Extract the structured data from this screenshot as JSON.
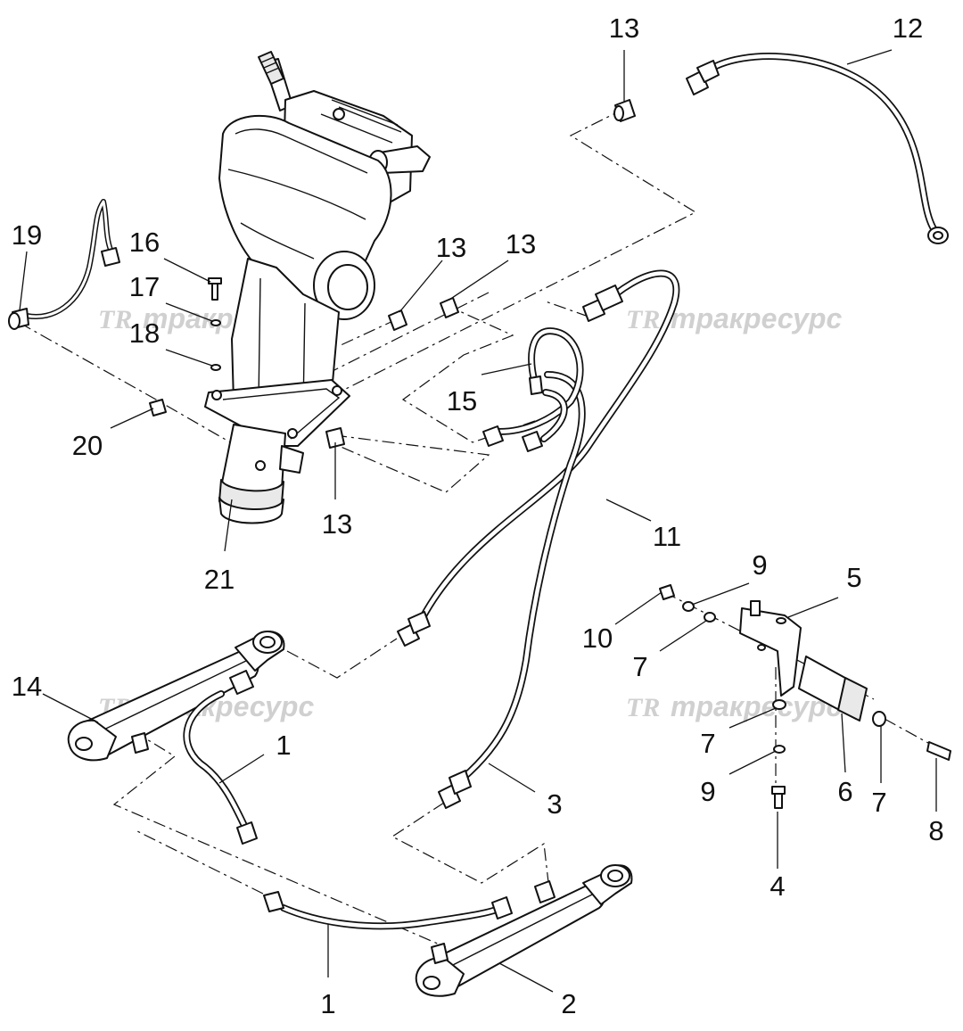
{
  "watermark": {
    "logo": "TR",
    "text": "тракресурс"
  },
  "callouts": {
    "c1a": "1",
    "c1b": "1",
    "c2": "2",
    "c3": "3",
    "c4": "4",
    "c5": "5",
    "c6": "6",
    "c7a": "7",
    "c7b": "7",
    "c7c": "7",
    "c8": "8",
    "c9a": "9",
    "c9b": "9",
    "c10": "10",
    "c11": "11",
    "c12": "12",
    "c13a": "13",
    "c13b": "13",
    "c13c": "13",
    "c13d": "13",
    "c14": "14",
    "c15": "15",
    "c16": "16",
    "c17": "17",
    "c18": "18",
    "c19": "19",
    "c20": "20",
    "c21": "21"
  }
}
